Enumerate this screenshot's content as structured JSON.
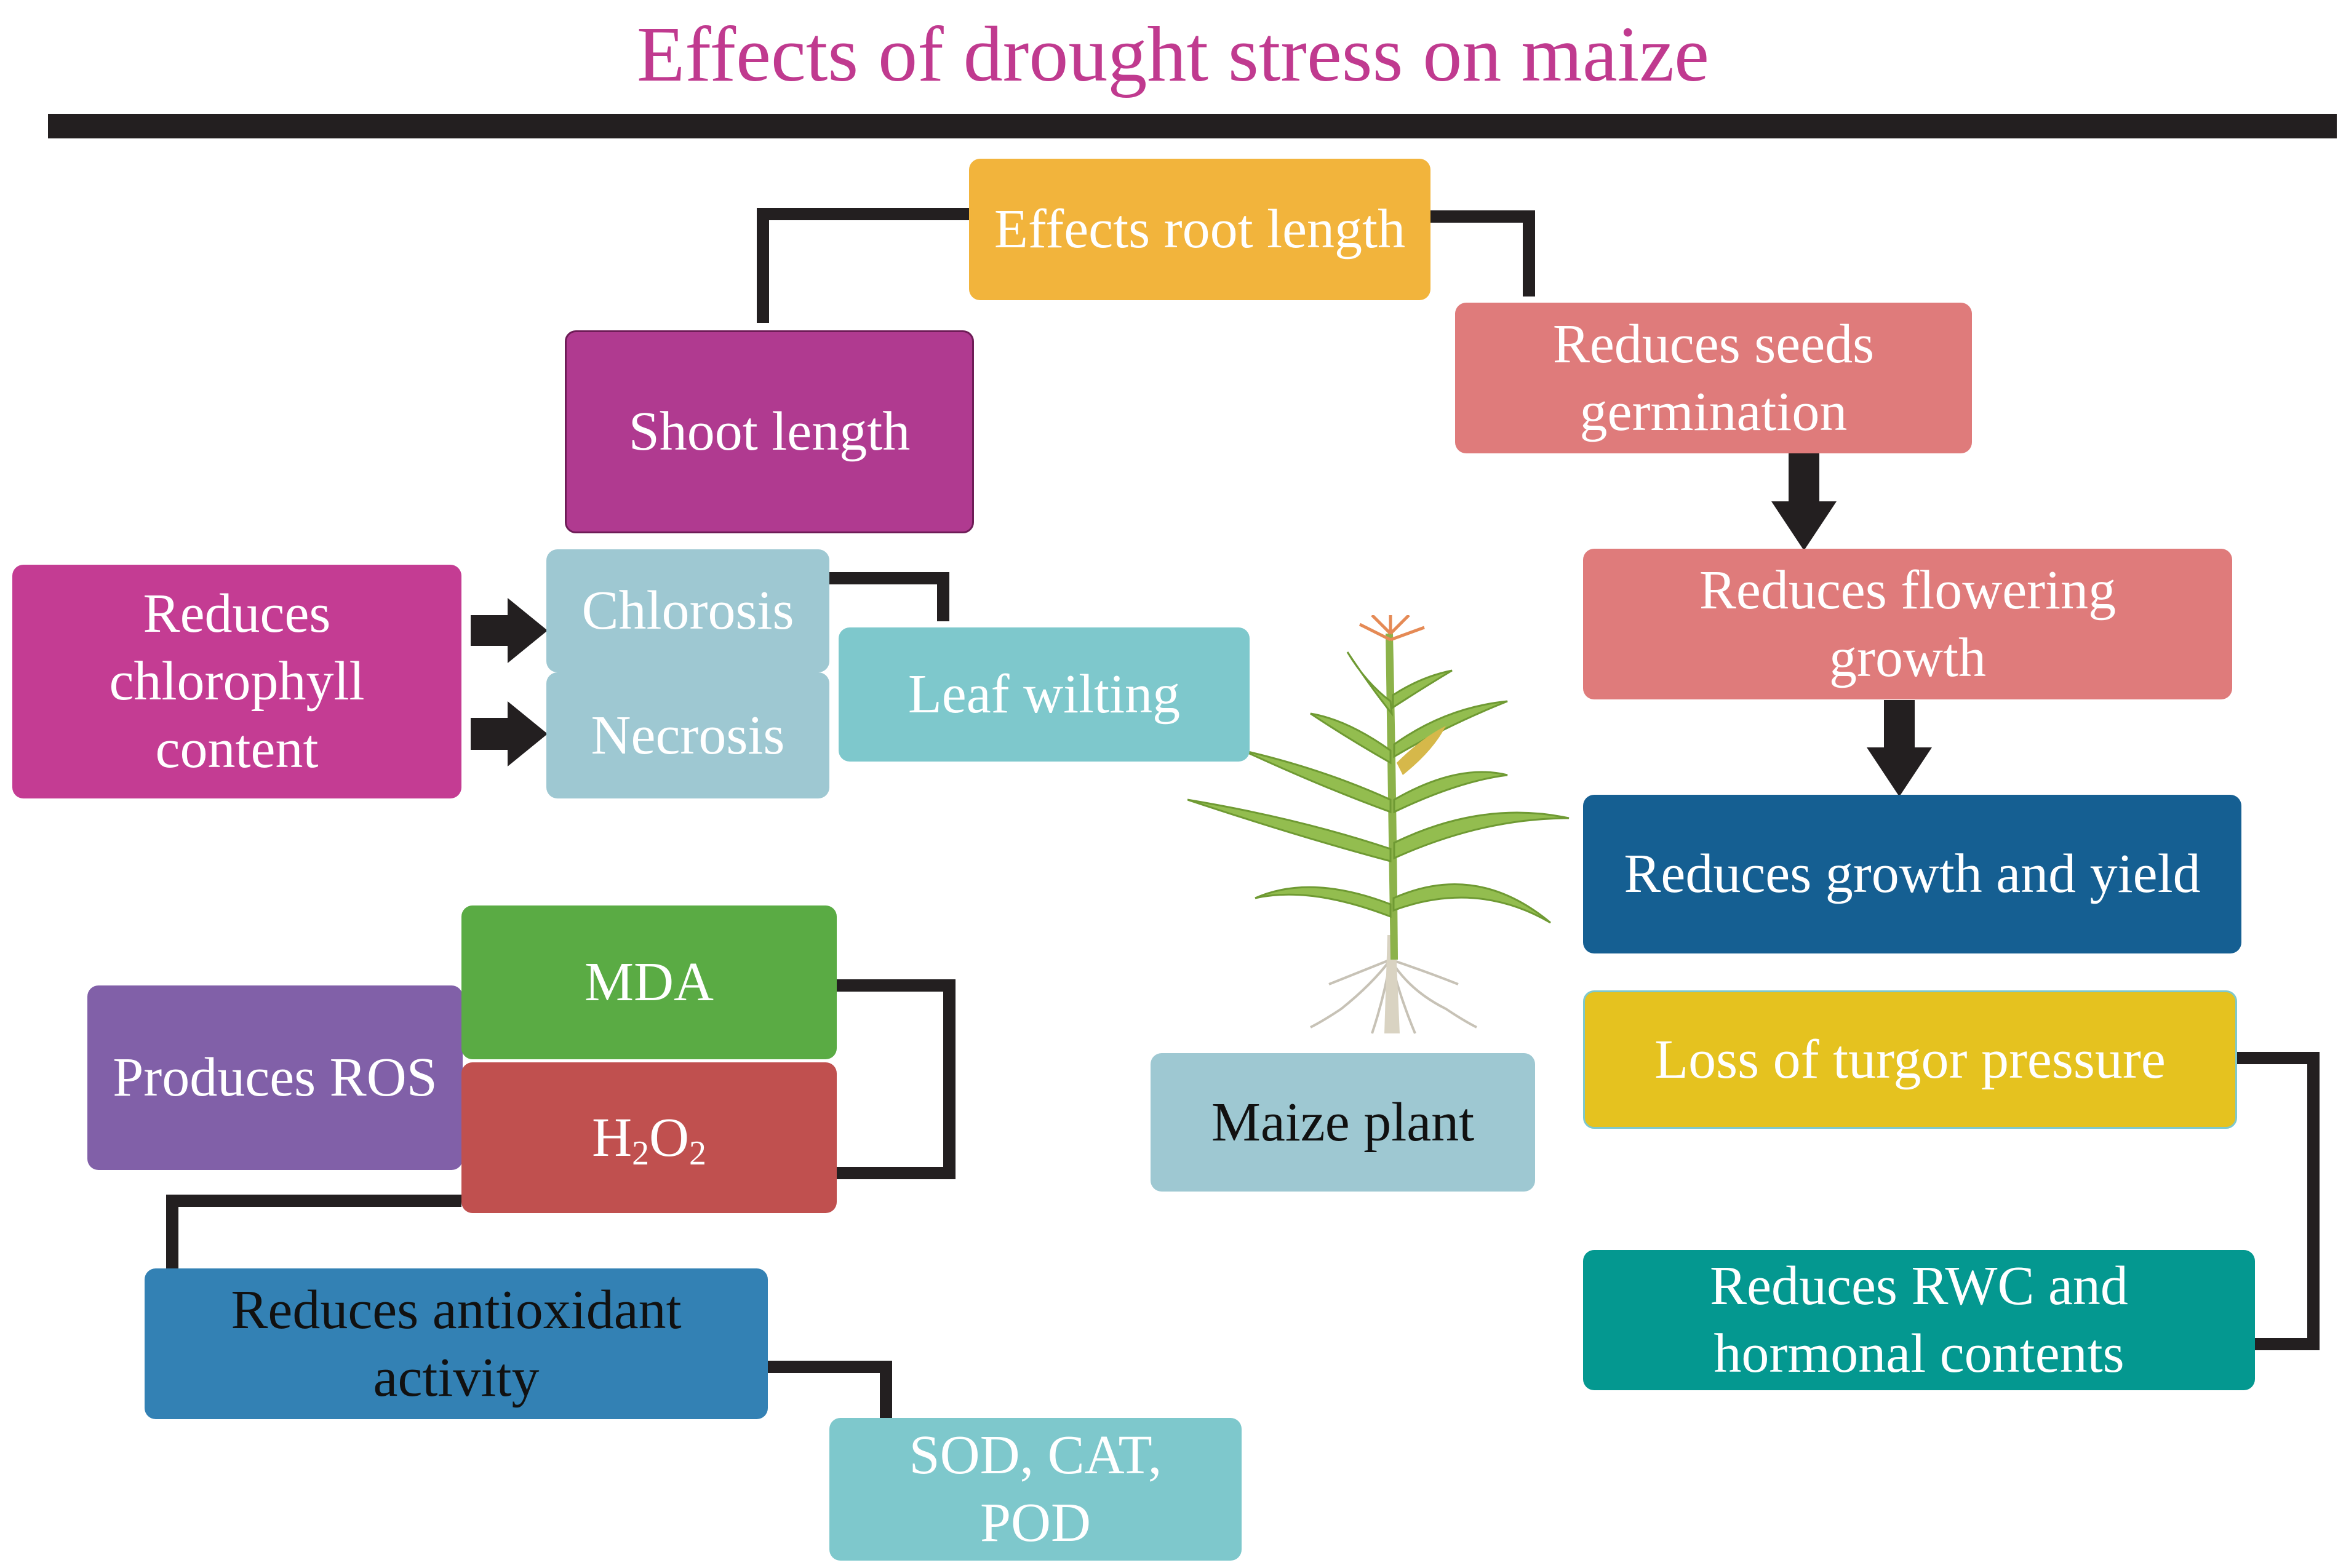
{
  "title": "Effects of drought stress on maize",
  "colors": {
    "title": "#c03a8f",
    "orange": "#f2b43c",
    "magenta": "#b03a90",
    "pink": "#c43c93",
    "salmon": "#df7b7b",
    "lightblue": "#9ec8d2",
    "teal_light": "#7ec8cc",
    "navy": "#155f92",
    "yellow": "#e5c21f",
    "teal": "#049890",
    "green": "#5aab44",
    "red": "#c0504f",
    "purple": "#8160a8",
    "blue": "#3381b4",
    "line": "#231f20"
  },
  "nodes": {
    "root_length": "Effects root length",
    "shoot_length": "Shoot length",
    "seeds_germination": [
      "Reduces seeds",
      "germination"
    ],
    "flowering_growth": [
      "Reduces flowering",
      "growth"
    ],
    "growth_yield": "Reduces growth and yield",
    "chlorophyll": [
      "Reduces",
      "chlorophyll",
      "content"
    ],
    "chlorosis": "Chlorosis",
    "necrosis": "Necrosis",
    "leaf_wilting": "Leaf wilting",
    "maize_plant": "Maize plant",
    "turgor": "Loss of turgor pressure",
    "rwc": [
      "Reduces RWC and",
      "hormonal contents"
    ],
    "mda": "MDA",
    "h2o2": {
      "h1": "H",
      "s1": "2",
      "o": "O",
      "s2": "2"
    },
    "ros": "Produces ROS",
    "antioxidant": [
      "Reduces antioxidant",
      "activity"
    ],
    "enzymes": [
      "SOD, CAT,",
      "POD"
    ]
  },
  "icons": [
    "maize-plant-icon",
    "arrow-right-icon",
    "arrow-down-icon"
  ]
}
